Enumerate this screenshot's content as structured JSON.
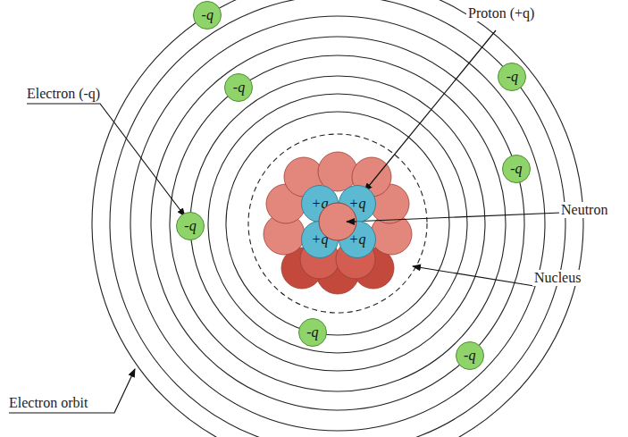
{
  "diagram": {
    "nodes": [
      {
        "text": [
          "-q"
        ]
      },
      {
        "text": [
          "-q"
        ]
      },
      {
        "text": [
          "-q"
        ]
      },
      {
        "text": [
          "-q"
        ]
      },
      {
        "text": [
          "-q"
        ]
      },
      {
        "text": [
          "-q"
        ]
      },
      {
        "text": [
          "-q"
        ]
      },
      {
        "text": [
          "+q"
        ]
      },
      {
        "text": [
          "+q"
        ]
      },
      {
        "text": [
          "+q"
        ]
      },
      {
        "text": [
          "+q"
        ]
      }
    ],
    "labels": [
      "Proton (+q)",
      "Electron (-q)",
      "Neutron",
      "Nucleus",
      "Electron orbit"
    ]
  }
}
